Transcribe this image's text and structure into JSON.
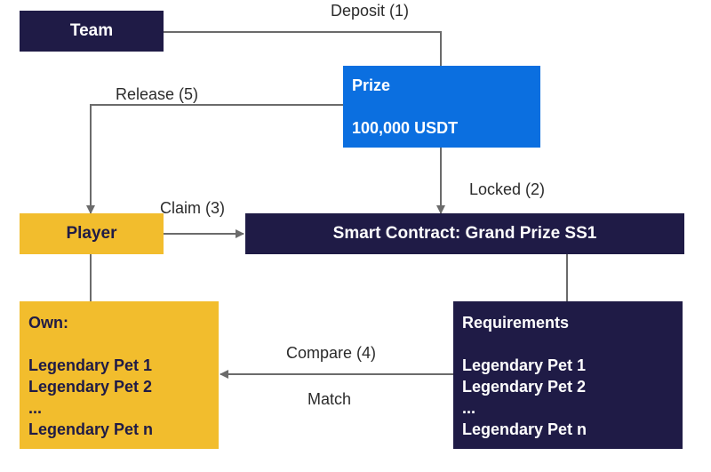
{
  "nodes": {
    "team": {
      "label": "Team"
    },
    "prize": {
      "title": "Prize",
      "amount": "100,000 USDT"
    },
    "player": {
      "label": "Player"
    },
    "contract": {
      "label": "Smart Contract: Grand Prize SS1"
    },
    "own": {
      "title": "Own:",
      "items": [
        "Legendary Pet 1",
        "Legendary Pet 2",
        "...",
        "Legendary Pet n"
      ]
    },
    "requirements": {
      "title": "Requirements",
      "items": [
        "Legendary Pet 1",
        "Legendary Pet 2",
        "...",
        "Legendary Pet n"
      ]
    }
  },
  "edges": {
    "deposit": "Deposit (1)",
    "locked": "Locked (2)",
    "claim": "Claim (3)",
    "compare": "Compare (4)",
    "match": "Match",
    "release": "Release (5)"
  },
  "colors": {
    "dark": "#1f1b46",
    "blue": "#0b6fe0",
    "gold": "#f2bd2d",
    "line": "#6b6b6b"
  }
}
